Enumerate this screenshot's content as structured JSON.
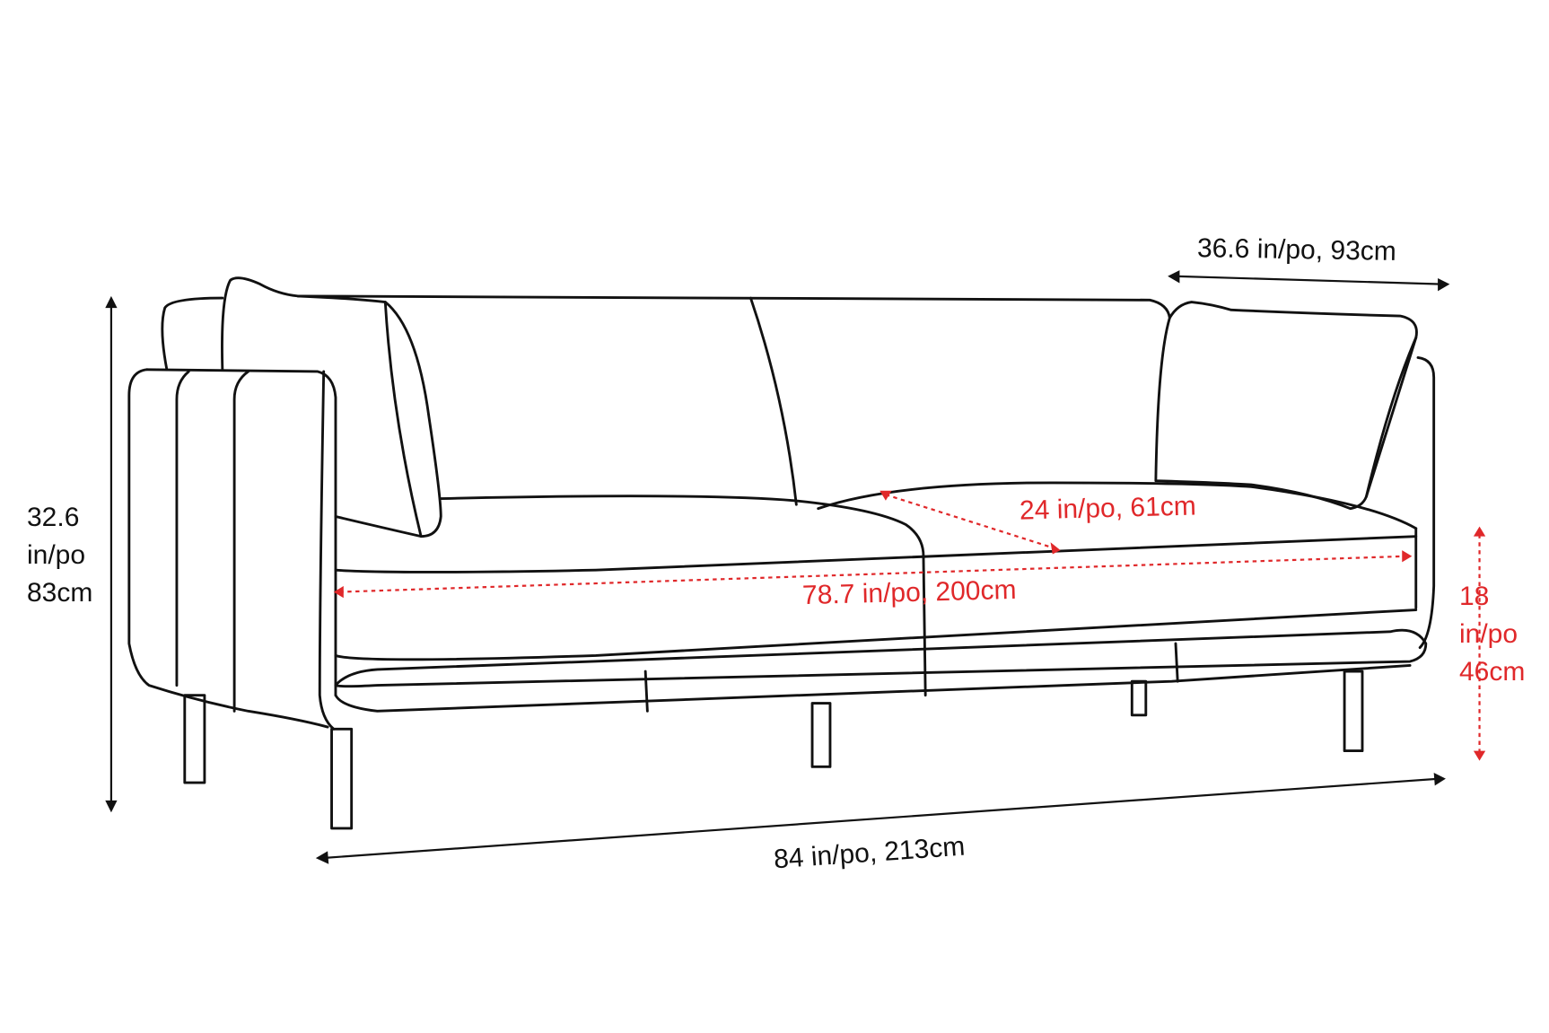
{
  "diagram": {
    "subject": "Three-seat sofa dimension drawing",
    "colors": {
      "outline": "#111111",
      "annotation_black": "#111111",
      "annotation_red": "#e0282a",
      "background": "#ffffff"
    },
    "dimensions": {
      "depth": {
        "label": "36.6 in/po, 93cm"
      },
      "height": {
        "line1": "32.6",
        "line2": "in/po",
        "line3": "83cm"
      },
      "seat_depth": {
        "label": "24 in/po, 61cm"
      },
      "seat_width": {
        "label": "78.7 in/po, 200cm"
      },
      "seat_height": {
        "line1": "18",
        "line2": "in/po",
        "line3": "46cm"
      },
      "overall_width": {
        "label": "84 in/po, 213cm"
      }
    }
  }
}
